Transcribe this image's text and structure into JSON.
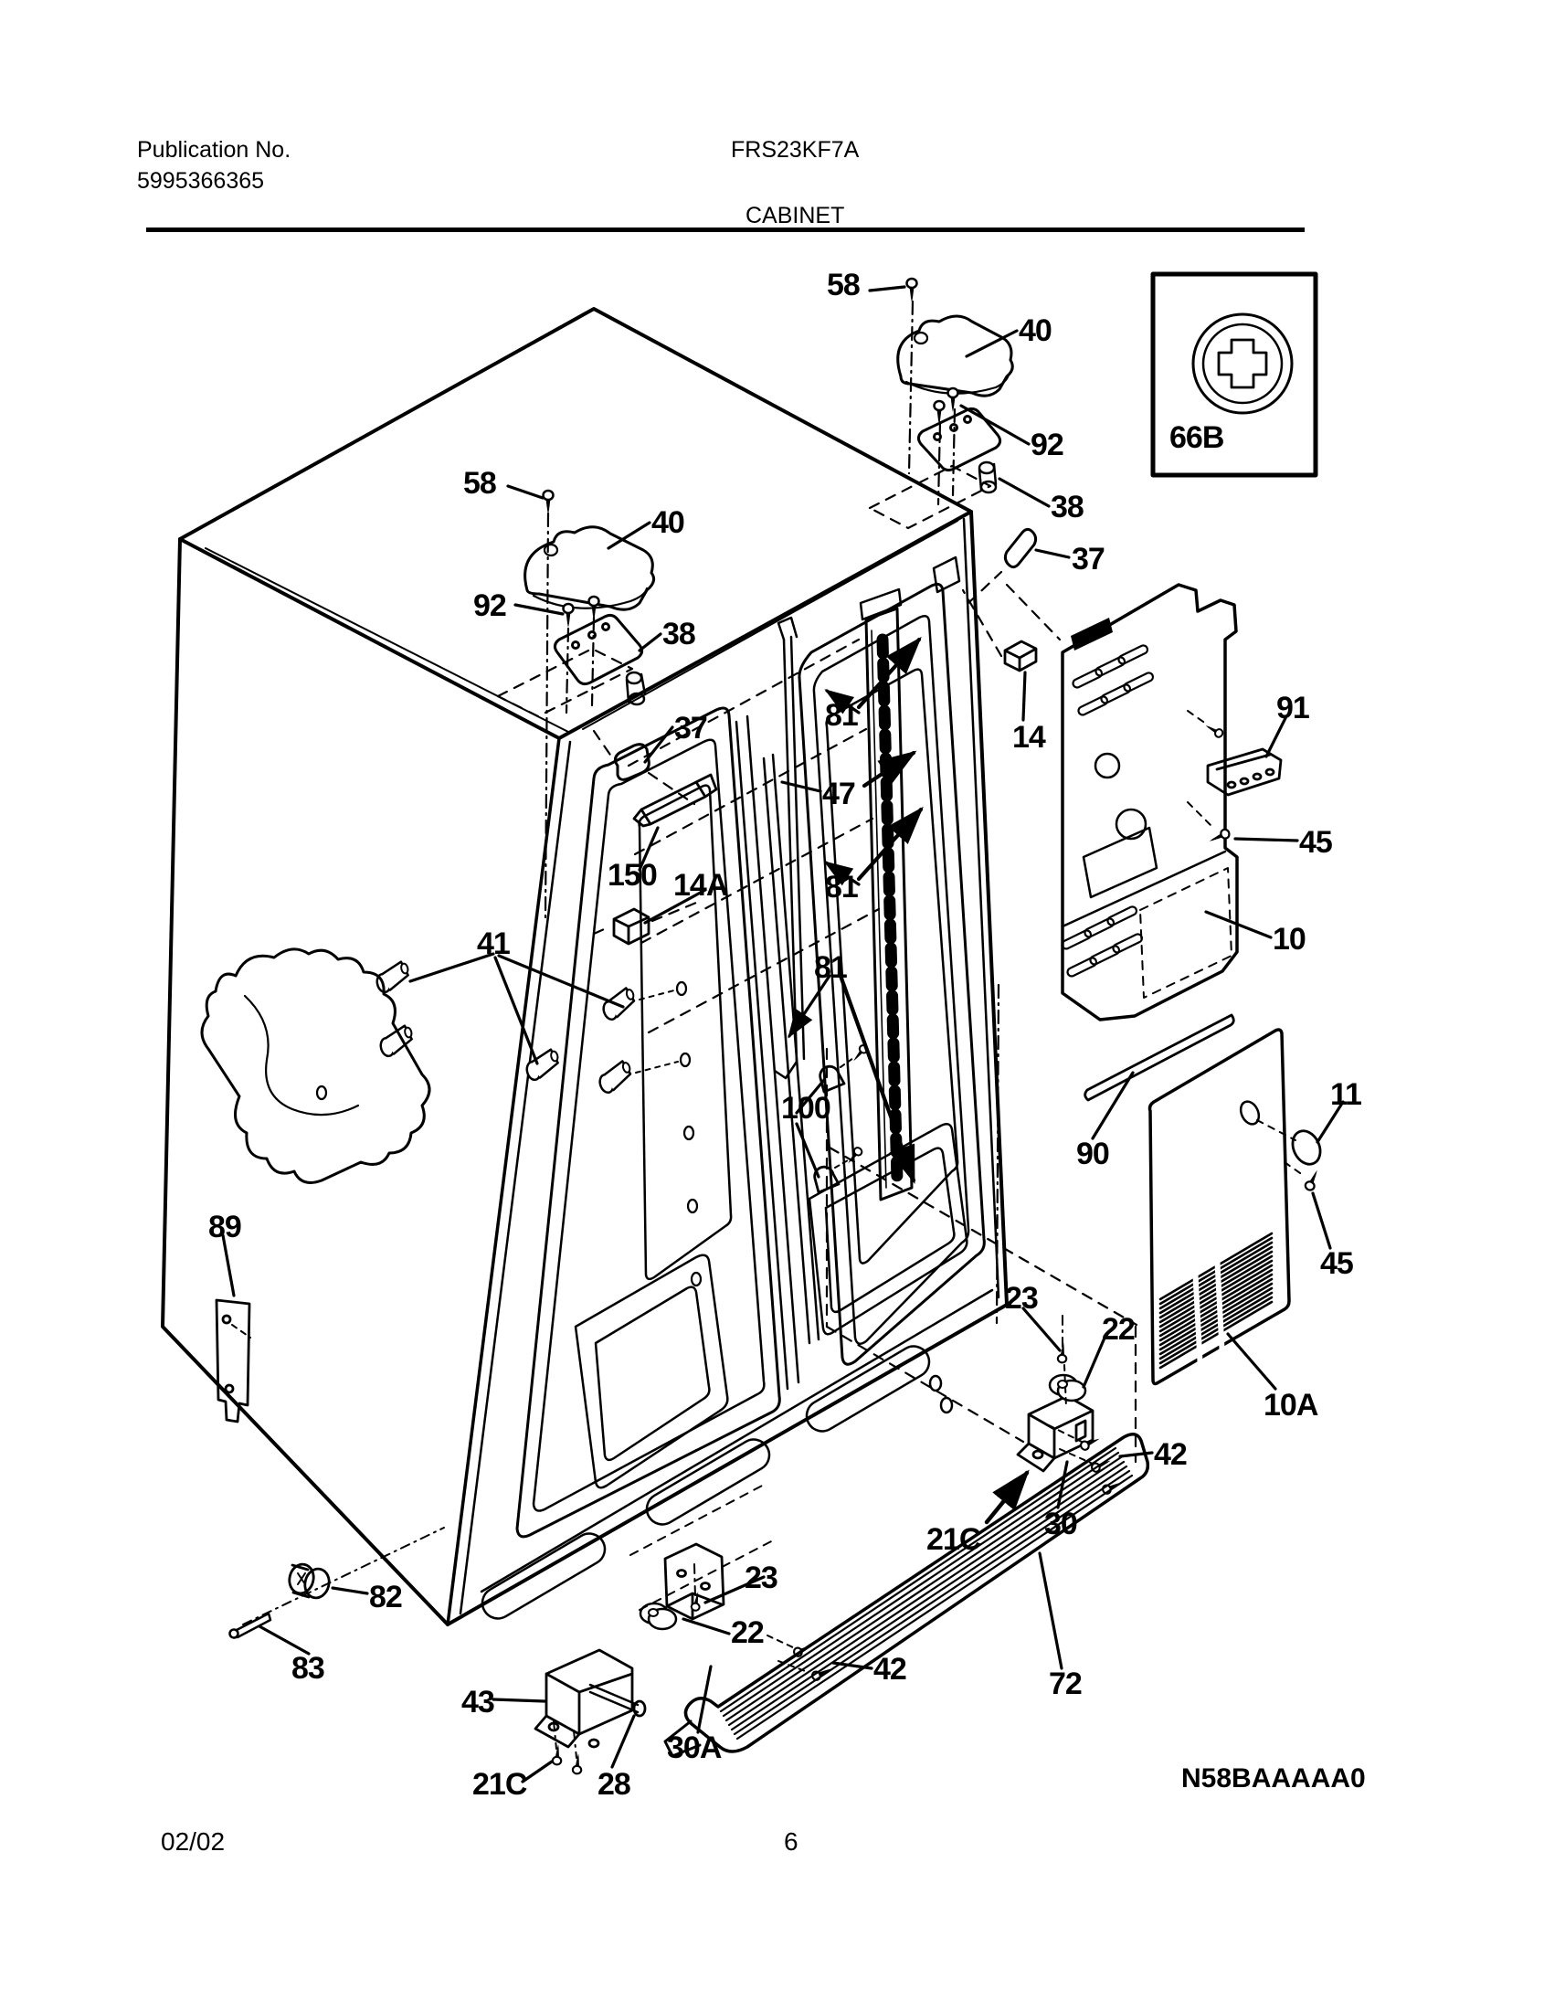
{
  "colors": {
    "ink": "#000000",
    "paper": "#ffffff"
  },
  "header": {
    "publication_label": "Publication No.",
    "publication_number": "5995366365",
    "model": "FRS23KF7A",
    "section": "CABINET"
  },
  "footer": {
    "revision_date": "02/02",
    "page_number": "6",
    "diagram_code": "N58BAAAAA0"
  },
  "inset": {
    "label": "66B"
  },
  "parts": {
    "p58a": "58",
    "p40a": "40",
    "p92a": "92",
    "p38a": "38",
    "p37a": "37",
    "p58b": "58",
    "p40b": "40",
    "p92b": "92",
    "p38b": "38",
    "p37b": "37",
    "p81a": "81",
    "p47": "47",
    "p14": "14",
    "p150": "150",
    "p14a": "14A",
    "p81b": "81",
    "p41": "41",
    "p81c": "81",
    "p91": "91",
    "p45a": "45",
    "p10": "10",
    "p100": "100",
    "p90": "90",
    "p11": "11",
    "p45b": "45",
    "p89": "89",
    "p10a": "10A",
    "p23a": "23",
    "p22a": "22",
    "p42a": "42",
    "p30": "30",
    "p21ca": "21C",
    "p23b": "23",
    "p82": "82",
    "p22b": "22",
    "p83": "83",
    "p42b": "42",
    "p43": "43",
    "p30a": "30A",
    "p28": "28",
    "p21cb": "21C",
    "p72": "72"
  }
}
